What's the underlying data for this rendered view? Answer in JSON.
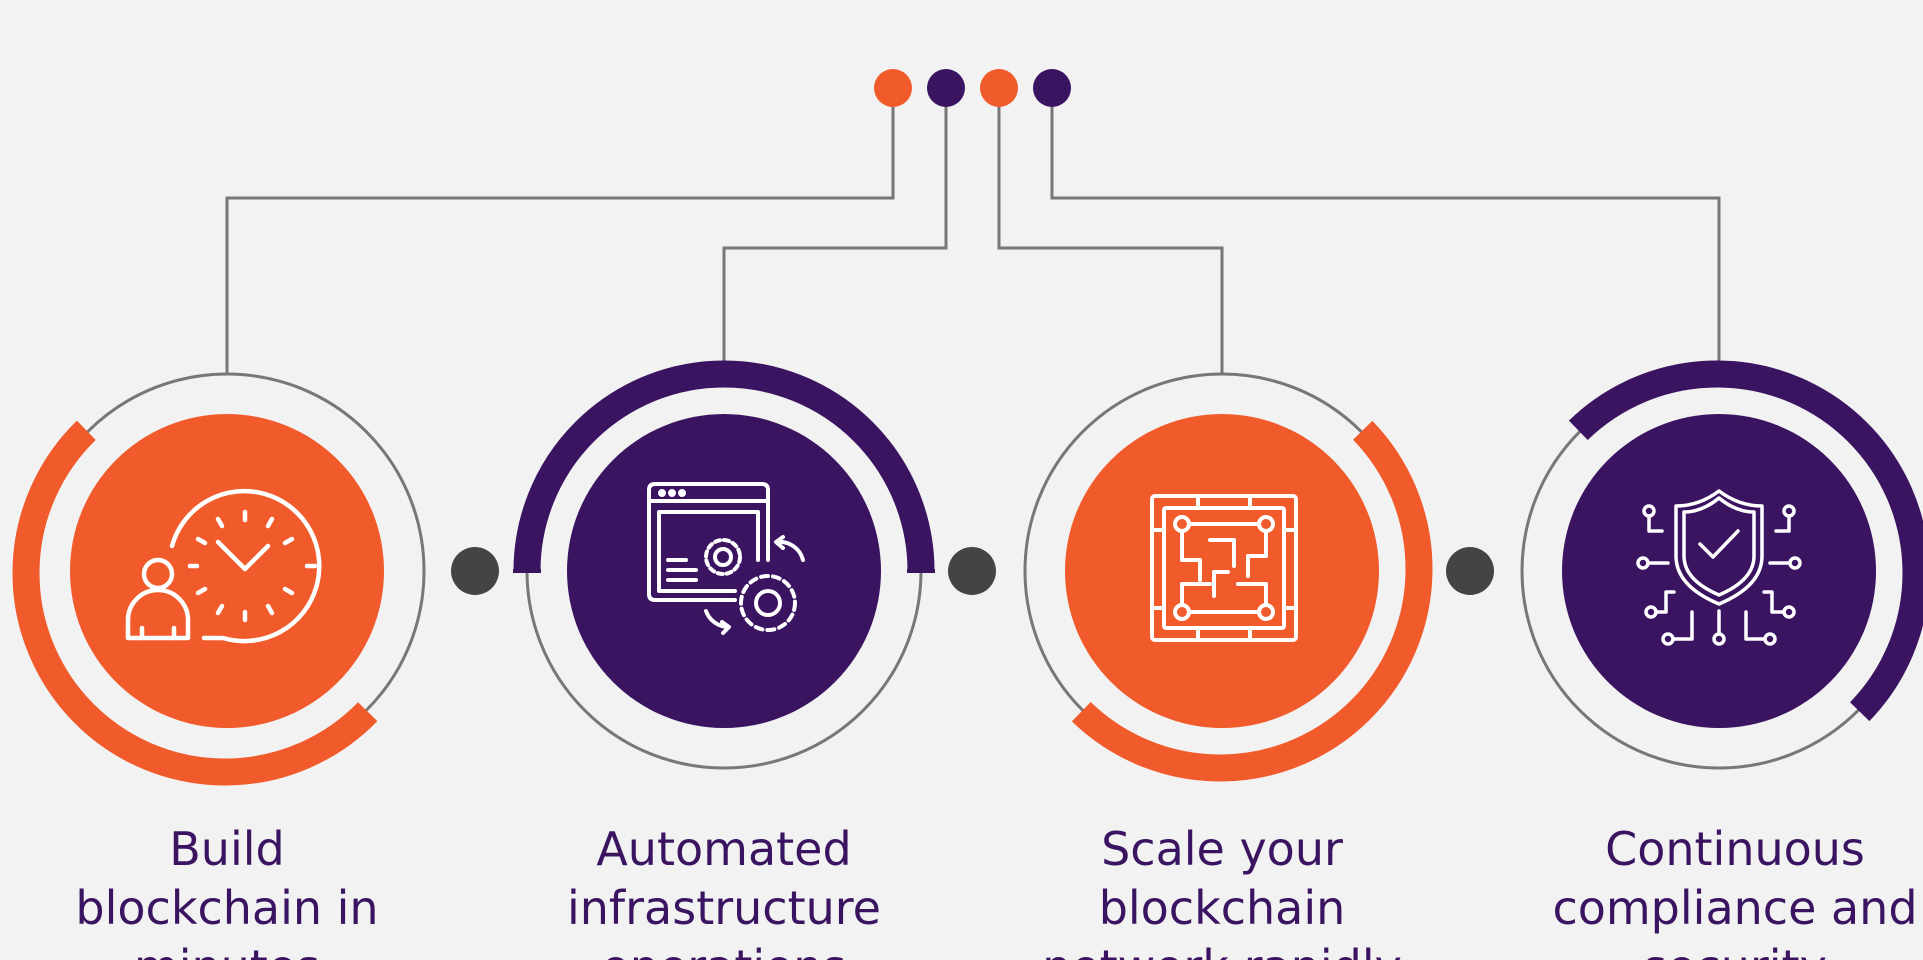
{
  "colors": {
    "background": "#f2f2f2",
    "orange": "#f15a2b",
    "purple": "#3a1460",
    "connector_gray": "#777777",
    "separator_dot": "#444444",
    "icon_stroke": "#ffffff"
  },
  "steps": [
    {
      "id": "build",
      "color": "orange",
      "icon": "user-clock-icon",
      "caption_lines": [
        "Build",
        "blockchain in",
        "minutes"
      ]
    },
    {
      "id": "automate",
      "color": "purple",
      "icon": "browser-gears-icon",
      "caption_lines": [
        "Automated",
        "infrastructure",
        "operations"
      ]
    },
    {
      "id": "scale",
      "color": "orange",
      "icon": "blockchain-circuit-icon",
      "caption_lines": [
        "Scale your",
        "blockchain",
        "network rapidly"
      ]
    },
    {
      "id": "comply",
      "color": "purple",
      "icon": "shield-circuit-icon",
      "caption_lines": [
        "Continuous",
        "compliance and",
        "security"
      ]
    }
  ],
  "top_dots": [
    "orange",
    "purple",
    "orange",
    "purple"
  ]
}
